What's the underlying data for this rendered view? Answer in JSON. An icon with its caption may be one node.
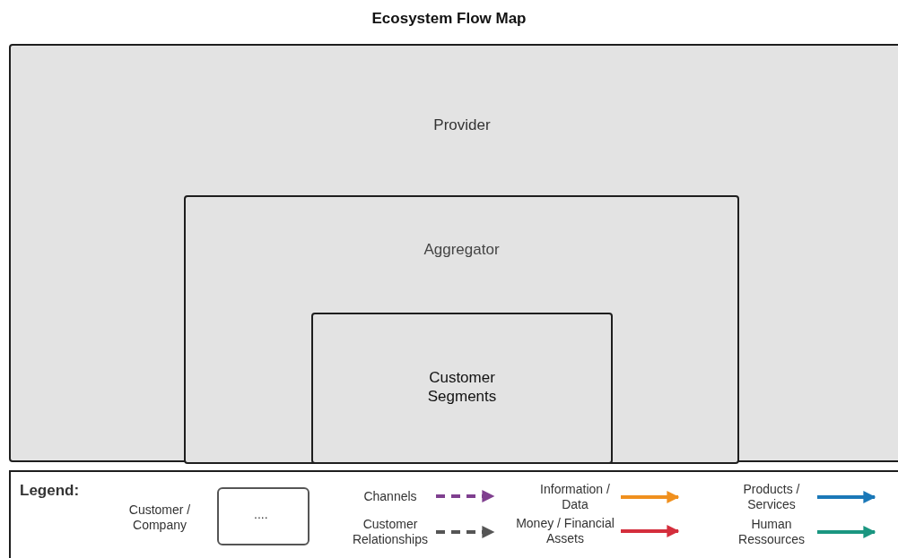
{
  "diagram": {
    "title": "Ecosystem Flow Map",
    "nodes": [
      {
        "text": [
          "Provider"
        ]
      },
      {
        "text": [
          "Aggregator"
        ],
        "in": 0
      },
      {
        "text": [
          "Customer Segments"
        ],
        "in": 1
      }
    ],
    "labels": [
      "Legend:",
      "...."
    ],
    "legend": [
      {
        "text": "Customer / Company"
      },
      {
        "text": "Channels"
      },
      {
        "text": "Customer Relationships"
      },
      {
        "text": "Information / Data"
      },
      {
        "text": "Money / Financial Assets"
      },
      {
        "text": "Products / Services"
      },
      {
        "text": "Human Ressources"
      }
    ]
  }
}
